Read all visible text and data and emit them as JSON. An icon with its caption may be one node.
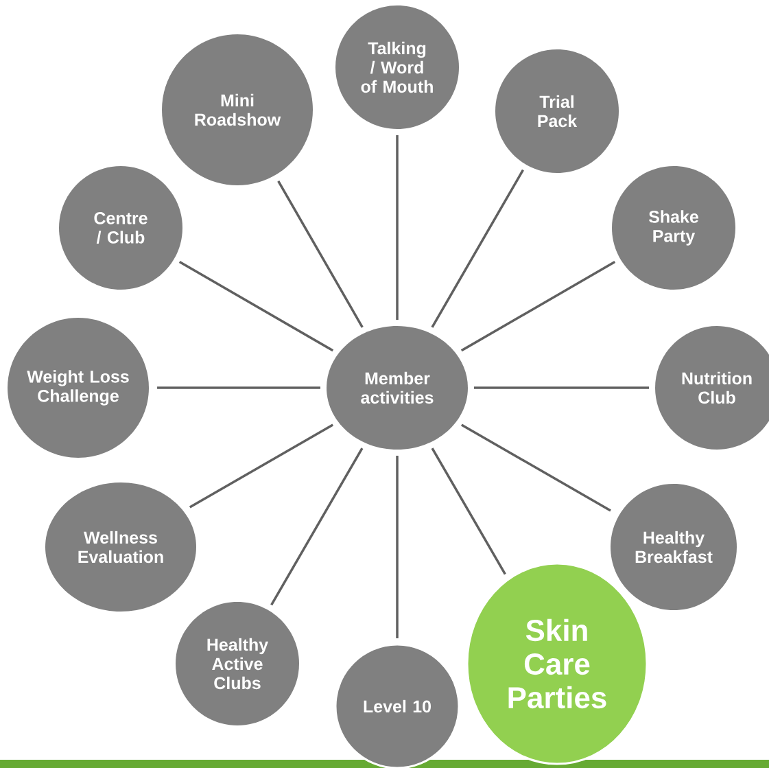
{
  "diagram": {
    "nodes": [
      {
        "text": [
          "Member activities"
        ]
      },
      {
        "text": [
          "Talking / Word of Mouth"
        ]
      },
      {
        "text": [
          "Trial Pack"
        ]
      },
      {
        "text": [
          "Shake Party"
        ]
      },
      {
        "text": [
          "Nutrition Club"
        ]
      },
      {
        "text": [
          "Healthy Breakfast"
        ]
      },
      {
        "text": [
          "Skin Care Parties"
        ]
      },
      {
        "text": [
          "Level 10"
        ]
      },
      {
        "text": [
          "Healthy Active Clubs"
        ]
      },
      {
        "text": [
          "Wellness Evaluation"
        ]
      },
      {
        "text": [
          "Weight Loss Challenge"
        ]
      },
      {
        "text": [
          "Centre / Club"
        ]
      },
      {
        "text": [
          "Mini Roadshow"
        ]
      }
    ],
    "edges": [
      {
        "from": 0,
        "to": 1,
        "arrow": "none"
      },
      {
        "from": 0,
        "to": 2,
        "arrow": "none"
      },
      {
        "from": 0,
        "to": 3,
        "arrow": "none"
      },
      {
        "from": 0,
        "to": 4,
        "arrow": "none"
      },
      {
        "from": 0,
        "to": 5,
        "arrow": "none"
      },
      {
        "from": 0,
        "to": 6,
        "arrow": "none"
      },
      {
        "from": 0,
        "to": 7,
        "arrow": "none"
      },
      {
        "from": 0,
        "to": 8,
        "arrow": "none"
      },
      {
        "from": 0,
        "to": 9,
        "arrow": "none"
      },
      {
        "from": 0,
        "to": 10,
        "arrow": "none"
      },
      {
        "from": 0,
        "to": 11,
        "arrow": "none"
      },
      {
        "from": 0,
        "to": 12,
        "arrow": "none"
      }
    ]
  }
}
